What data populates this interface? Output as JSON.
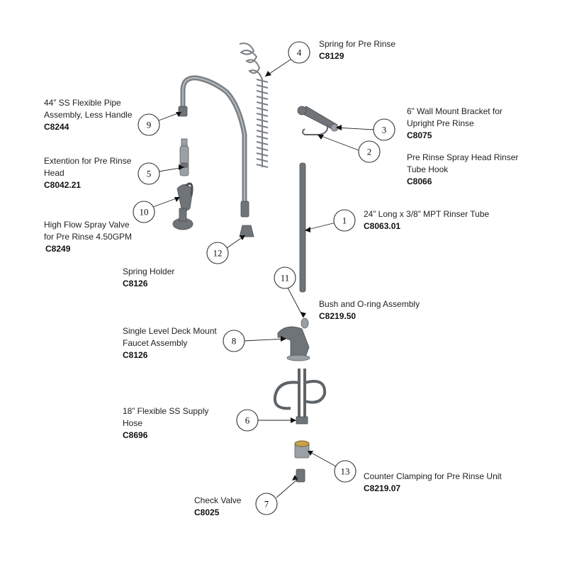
{
  "parts": [
    {
      "num": "1",
      "name": "24” Long x 3/8” MPT Rinser Tube",
      "code": "C8063.01"
    },
    {
      "num": "2",
      "name": "Pre Rinse Spray Head Rinser\nTube Hook",
      "code": "C8066"
    },
    {
      "num": "3",
      "name": "6” Wall Mount Bracket for\nUpright Pre Rinse",
      "code": "C8075"
    },
    {
      "num": "4",
      "name": "Spring for Pre Rinse",
      "code": "C8129"
    },
    {
      "num": "5",
      "name": "Extention for Pre Rinse\nHead",
      "code": "C8042.21"
    },
    {
      "num": "6",
      "name": "18” Flexible SS Supply\nHose",
      "code": "C8696"
    },
    {
      "num": "7",
      "name": "Check Valve",
      "code": "C8025"
    },
    {
      "num": "8",
      "name": "Single Level Deck Mount\nFaucet Assembly",
      "code": "C8126"
    },
    {
      "num": "9",
      "name": "44” SS Flexible Pipe\nAssembly, Less Handle",
      "code": "C8244"
    },
    {
      "num": "10",
      "name": "High Flow Spray Valve\nfor Pre Rinse 4.50GPM",
      "code": "C8249"
    },
    {
      "num": "11",
      "name": "Bush and O-ring Assembly",
      "code": "C8219.50"
    },
    {
      "num": "12",
      "name": "Spring Holder",
      "code": "C8126"
    },
    {
      "num": "13",
      "name": "Counter Clamping for Pre Rinse Unit",
      "code": "C8219.07"
    }
  ]
}
